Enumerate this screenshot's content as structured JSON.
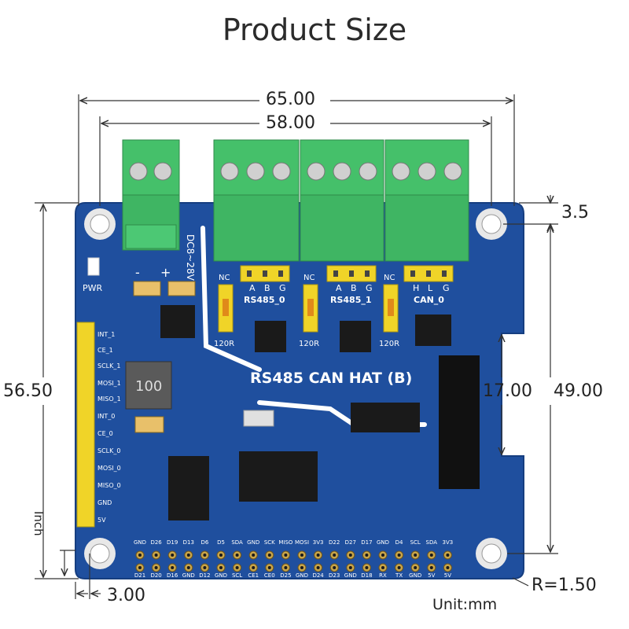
{
  "title": "Product Size",
  "dimensions": {
    "total_width": "65.00",
    "hole_spacing_width": "58.00",
    "hole_inset_top": "3.5",
    "total_height": "56.50",
    "hole_spacing_height": "49.00",
    "notch_height": "17.00",
    "hole_inset_left": "3.00",
    "corner_radius": "R=1.50",
    "unit": "Unit:mm",
    "side_label": "Inch"
  },
  "board": {
    "name": "RS485 CAN HAT (B)",
    "power_label": "DC8~28V",
    "pwr_led_label": "PWR",
    "polarity_minus": "-",
    "polarity_plus": "+",
    "inductor_label": "100",
    "jumper_nc": "NC",
    "jumper_120r": "120R",
    "channels": [
      {
        "name": "RS485_0",
        "pins": [
          "A",
          "B",
          "G"
        ]
      },
      {
        "name": "RS485_1",
        "pins": [
          "A",
          "B",
          "G"
        ]
      },
      {
        "name": "CAN_0",
        "pins": [
          "H",
          "L",
          "G"
        ]
      }
    ],
    "side_pins": [
      "INT_1",
      "CE_1",
      "SCLK_1",
      "MOSI_1",
      "MISO_1",
      "INT_0",
      "CE_0",
      "SCLK_0",
      "MOSI_0",
      "MISO_0",
      "GND",
      "5V"
    ],
    "gpio_top": [
      "GND",
      "D26",
      "D19",
      "D13",
      "D6",
      "D5",
      "SDA",
      "GND",
      "SCK",
      "MISO",
      "MOSI",
      "3V3",
      "D22",
      "D27",
      "D17",
      "GND",
      "D4",
      "SCL",
      "SDA",
      "3V3"
    ],
    "gpio_bottom": [
      "D21",
      "D20",
      "D16",
      "GND",
      "D12",
      "GND",
      "SCL",
      "CE1",
      "CE0",
      "D25",
      "GND",
      "D24",
      "D23",
      "GND",
      "D18",
      "RX",
      "TX",
      "GND",
      "5V",
      "5V"
    ]
  },
  "colors": {
    "pcb": "#1f4f9e",
    "terminal": "#45c06a",
    "header": "#f0d428",
    "text": "#222222"
  }
}
